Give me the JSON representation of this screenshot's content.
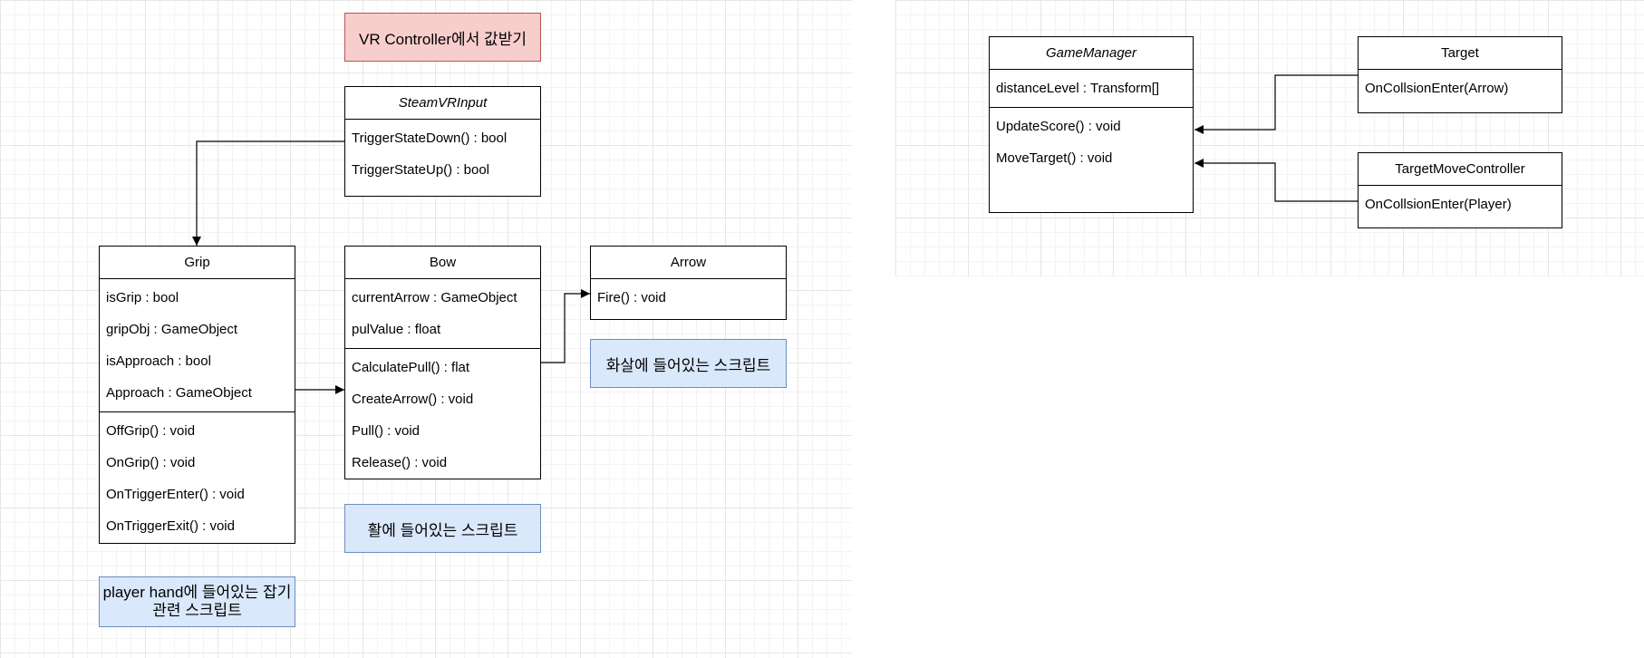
{
  "notes": {
    "vr_controller": "VR Controller에서 값받기",
    "arrow_script": "화살에 들어있는 스크립트",
    "bow_script": "활에 들어있는 스크립트",
    "grip_script": "player hand에 들어있는 잡기 관련 스크립트"
  },
  "classes": {
    "steamvr": {
      "name": "SteamVRInput",
      "methods": [
        "TriggerStateDown() : bool",
        "TriggerStateUp() : bool"
      ]
    },
    "grip": {
      "name": "Grip",
      "fields": [
        "isGrip : bool",
        "gripObj : GameObject",
        "isApproach : bool",
        "Approach : GameObject"
      ],
      "methods": [
        "OffGrip() : void",
        "OnGrip() : void",
        "OnTriggerEnter() : void",
        "OnTriggerExit() : void"
      ]
    },
    "bow": {
      "name": "Bow",
      "fields": [
        "currentArrow : GameObject",
        "pulValue : float"
      ],
      "methods": [
        "CalculatePull() : flat",
        "CreateArrow() : void",
        "Pull() : void",
        "Release() : void"
      ]
    },
    "arrow": {
      "name": "Arrow",
      "methods": [
        "Fire() : void"
      ]
    },
    "gamemanager": {
      "name": "GameManager",
      "fields": [
        "distanceLevel : Transform[]"
      ],
      "methods": [
        "UpdateScore() : void",
        "MoveTarget() : void"
      ]
    },
    "target": {
      "name": "Target",
      "methods": [
        "OnCollsionEnter(Arrow)"
      ]
    },
    "targetmove": {
      "name": "TargetMoveController",
      "methods": [
        "OnCollsionEnter(Player)"
      ]
    }
  }
}
